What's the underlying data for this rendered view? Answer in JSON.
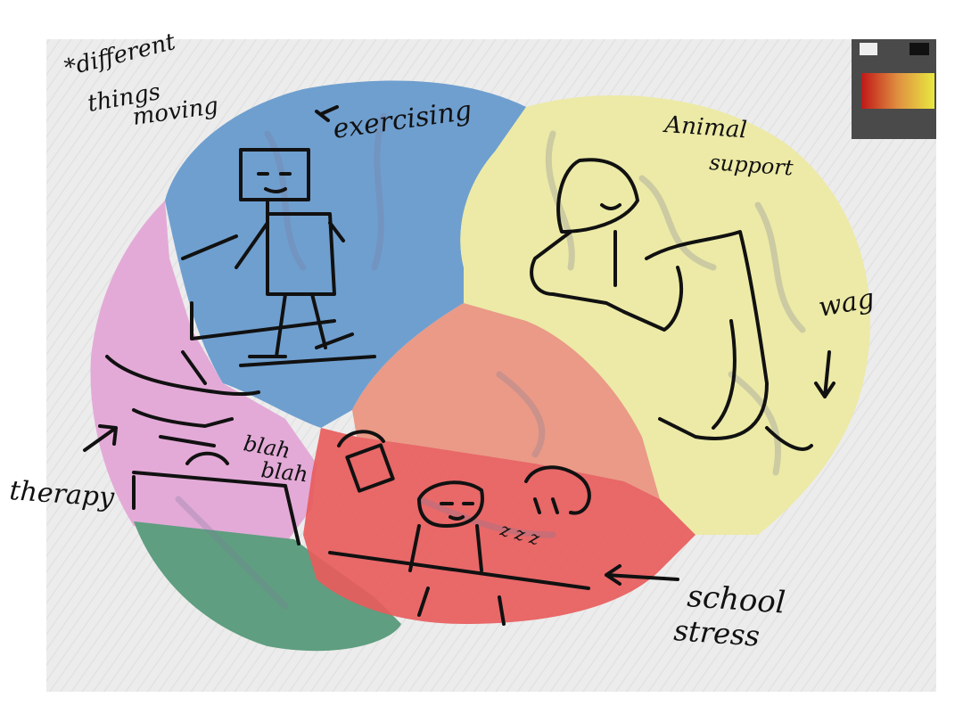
{
  "annotations": {
    "different_things": "*different",
    "things": "things",
    "moving": "moving",
    "exercising": "exercising",
    "animal": "Animal",
    "support": "support",
    "wag": "wag",
    "therapy": "therapy",
    "blah1": "blah",
    "blah2": "blah",
    "zzz": "z z z",
    "school": "school",
    "stress": "stress"
  },
  "colors": {
    "region_blue": "#6f9fcf",
    "region_yellow": "#eceaa6",
    "region_pink": "#e3a6d6",
    "region_red": "#e85c5c",
    "region_salmon": "#ea9a86",
    "region_green": "#5f9e80",
    "canvas_bg": "#ececec",
    "ink": "#111111"
  },
  "icons": [
    "palette-widget-icon"
  ]
}
